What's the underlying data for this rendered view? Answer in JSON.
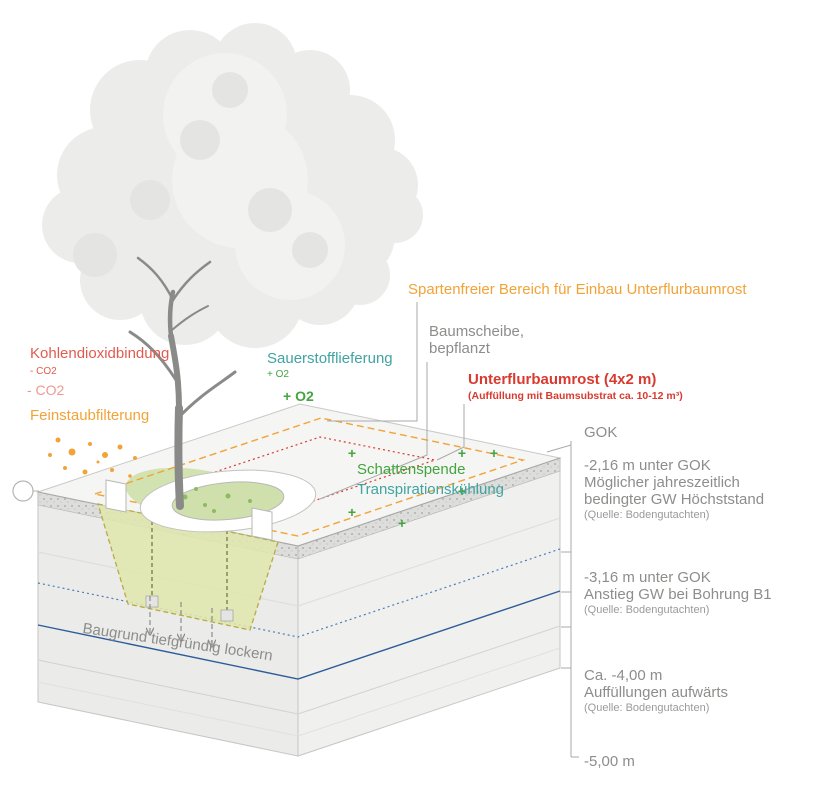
{
  "colors": {
    "red": "#d93a30",
    "coral_red": "#e25b50",
    "orange": "#f2a338",
    "teal": "#40a4a1",
    "green": "#44a440",
    "gray_text": "#8d8d8b",
    "groundwater_dotted_blue": "#4d7cba",
    "groundwater_solid_blue": "#2d5c9b",
    "soil_face": "#ebebe9",
    "pit_fill": "#dfe6ad"
  },
  "annotations": {
    "co2": {
      "title": "Kohlendioxidbindung",
      "formula_small": "- CO2",
      "formula_large": "- CO2"
    },
    "dust": {
      "title": "Feinstaubfilterung"
    },
    "oxygen": {
      "title": "Sauerstofflieferung",
      "formula_small": "+ O2",
      "formula_large": "+ O2"
    },
    "sparten": {
      "title": "Spartenfreier Bereich für Einbau Unterflurbaumrost"
    },
    "baumscheibe": {
      "line1": "Baumscheibe,",
      "line2": "bepflanzt"
    },
    "unterflur": {
      "title": "Unterflurbaumrost (4x2 m)",
      "subtitle": "(Auffüllung mit Baumsubstrat ca. 10-12 m³)"
    },
    "shade": {
      "title": "Schattenspende"
    },
    "transpiration": {
      "title": "Transpirationskühlung"
    },
    "loosen": {
      "title": "Baugrund tiefgründig lockern"
    }
  },
  "depth_labels": {
    "gok": {
      "line1": "GOK"
    },
    "d216": {
      "line1": "-2,16 m unter GOK",
      "line2": "Möglicher jahreszeitlich",
      "line3": "bedingter GW Höchststand",
      "source": "(Quelle: Bodengutachten)"
    },
    "d316": {
      "line1": "-3,16 m unter GOK",
      "line2": "Anstieg GW bei Bohrung B1",
      "source": "(Quelle: Bodengutachten)"
    },
    "d400": {
      "line1": "Ca. -4,00 m",
      "line2": "Auffüllungen aufwärts",
      "source": "(Quelle: Bodengutachten)"
    },
    "d500": {
      "line1": "-5,00 m"
    }
  },
  "symbols": {
    "plus": "+"
  }
}
